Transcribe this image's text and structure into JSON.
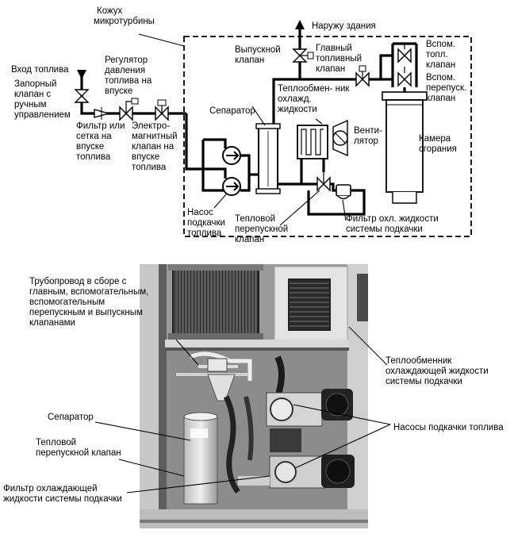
{
  "schematic": {
    "enclosure_label": "Кожух микротурбины",
    "fuel_inlet": "Вход топлива",
    "manual_valve": "Запорный клапан с ручным управлением",
    "inlet_filter": "Фильтр или сетка на впуске топлива",
    "pressure_regulator": "Регулятор давления топлива на впуске",
    "solenoid_valve": "Электро- магнитный клапан на впуске топлива",
    "separator": "Сепаратор",
    "boost_pump": "Насос подкачки топлива",
    "thermal_bypass": "Тепловой перепускной клапан",
    "coolant_filter": "Фильтр охл. жидкости системы подкачки",
    "exhaust_valve": "Выпускной клапан",
    "outside": "Наружу здания",
    "main_valve": "Главный топливный клапан",
    "heat_exchanger": "Теплообмен- ник охлажд. жидкости",
    "fan": "Венти- лятор",
    "aux_valve": "Вспом. топл. клапан",
    "aux_bypass_valve": "Вспом. перепуск. клапан",
    "combustor": "Камера сгорания"
  },
  "photo_callouts": {
    "piping": "Трубопровод в сборе с главным, вспомогательным, вспомогательным перепускным и выпускным клапанами",
    "heat_exchanger": "Теплообменник охлаждающей жидкости системы подкачки",
    "separator": "Сепаратор",
    "thermal_bypass": "Тепловой перепускной клапан",
    "pumps": "Насосы подкачки топлива",
    "coolant_filter": "Фильтр охлаждающей жидкости системы подкачки"
  }
}
